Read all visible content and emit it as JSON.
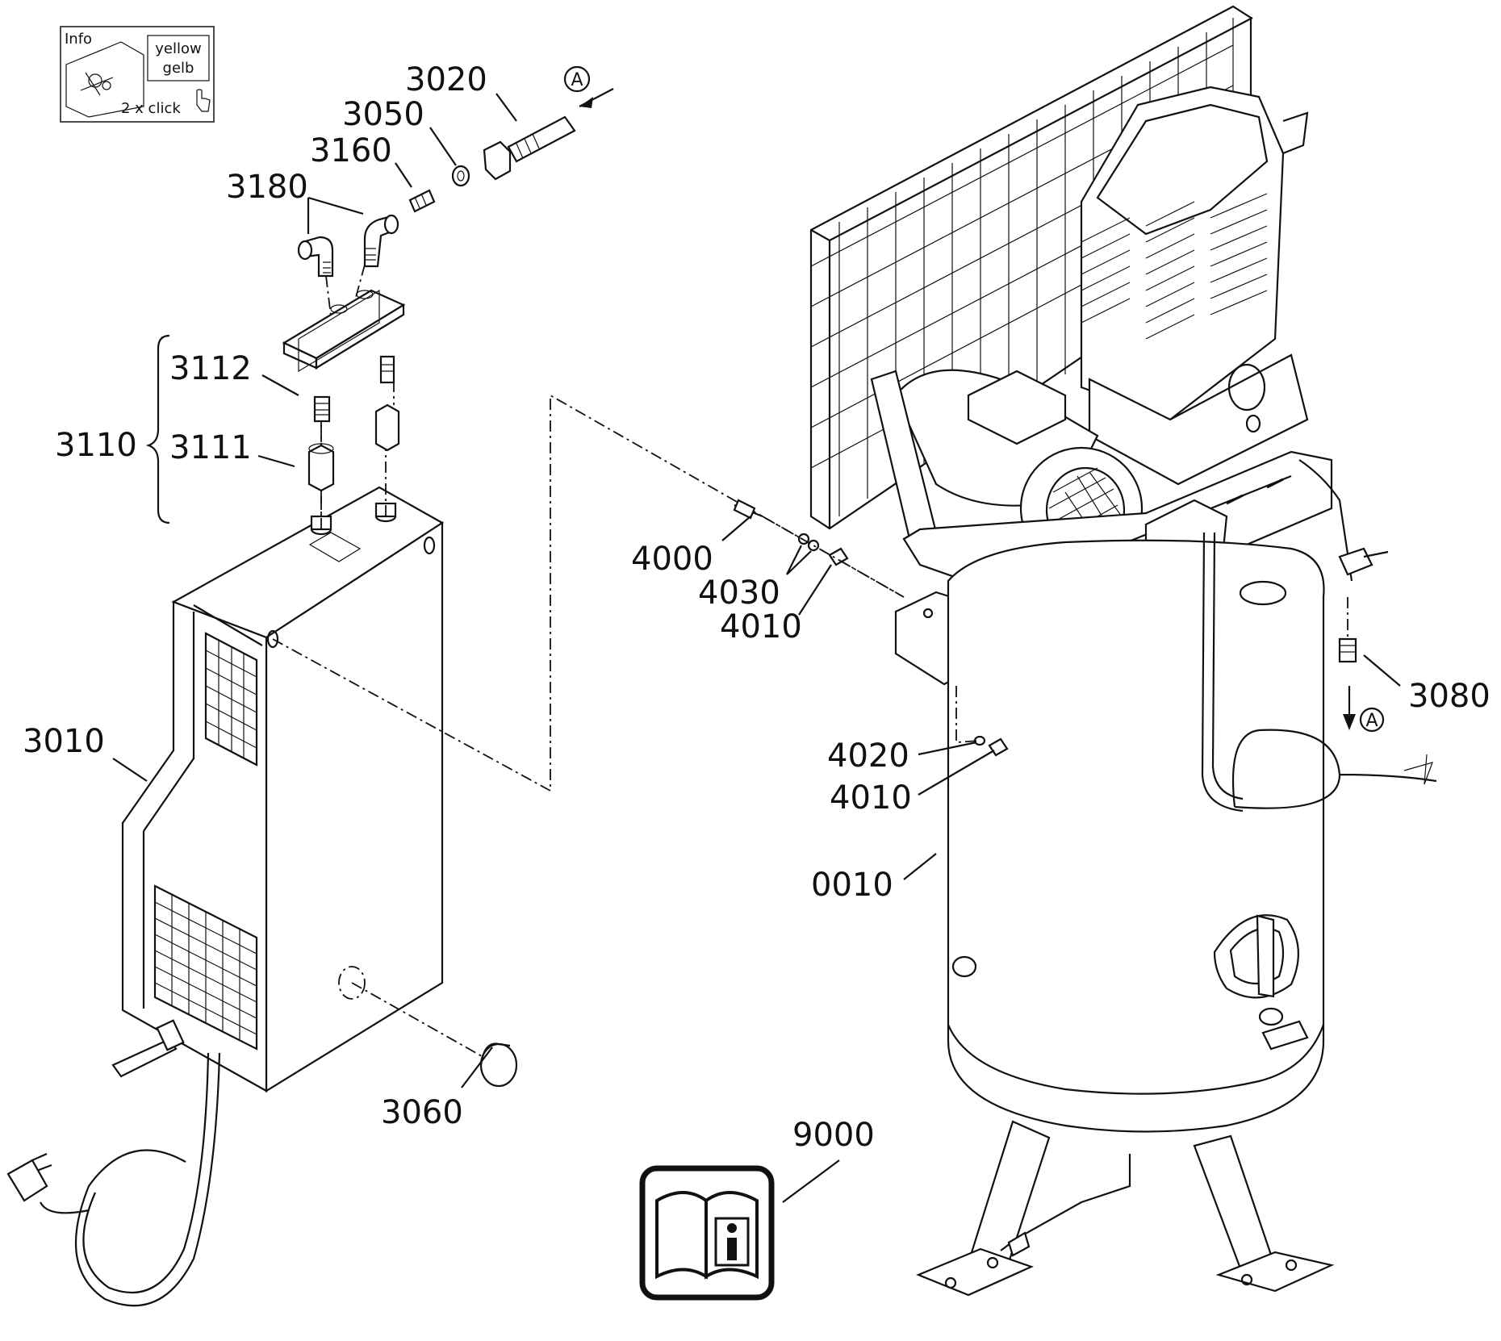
{
  "info_box": {
    "title": "Info",
    "color_en": "yellow",
    "color_de": "gelb",
    "hint": "2 x click"
  },
  "callouts": {
    "p3020": "3020",
    "p3050": "3050",
    "p3160": "3160",
    "p3180": "3180",
    "p3112": "3112",
    "p3110": "3110",
    "p3111": "3111",
    "p3010": "3010",
    "p3060": "3060",
    "p9000": "9000",
    "p4000": "4000",
    "p4030": "4030",
    "p4010a": "4010",
    "p4020": "4020",
    "p4010b": "4010",
    "p0010": "0010",
    "p3080": "3080"
  },
  "markers": {
    "a_top": "A",
    "a_right": "A"
  },
  "icons": [
    "info-manual-icon",
    "hand-pointer-icon"
  ]
}
